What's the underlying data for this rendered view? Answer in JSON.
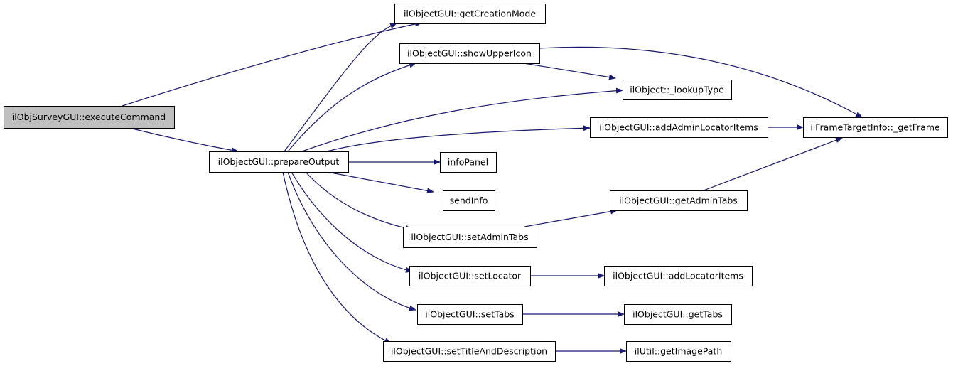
{
  "colors": {
    "edge": "#191970",
    "node_fill": "#ffffff",
    "root_fill": "#bfbfbf",
    "node_border": "#000000"
  },
  "nodes": [
    {
      "id": "execute",
      "label": "ilObjSurveyGUI::executeCommand",
      "root": true
    },
    {
      "id": "prepare",
      "label": "ilObjectGUI::prepareOutput"
    },
    {
      "id": "creation",
      "label": "ilObjectGUI::getCreationMode"
    },
    {
      "id": "upper",
      "label": "ilObjectGUI::showUpperIcon"
    },
    {
      "id": "lookup",
      "label": "ilObject::_lookupType"
    },
    {
      "id": "addadmin",
      "label": "ilObjectGUI::addAdminLocatorItems"
    },
    {
      "id": "frame",
      "label": "ilFrameTargetInfo::_getFrame"
    },
    {
      "id": "info",
      "label": "infoPanel"
    },
    {
      "id": "send",
      "label": "sendInfo"
    },
    {
      "id": "getadmin",
      "label": "ilObjectGUI::getAdminTabs"
    },
    {
      "id": "setadmin",
      "label": "ilObjectGUI::setAdminTabs"
    },
    {
      "id": "setloc",
      "label": "ilObjectGUI::setLocator"
    },
    {
      "id": "addloc",
      "label": "ilObjectGUI::addLocatorItems"
    },
    {
      "id": "settabs",
      "label": "ilObjectGUI::setTabs"
    },
    {
      "id": "gettabs",
      "label": "ilObjectGUI::getTabs"
    },
    {
      "id": "settitle",
      "label": "ilObjectGUI::setTitleAndDescription"
    },
    {
      "id": "imgpath",
      "label": "ilUtil::getImagePath"
    }
  ],
  "edges": [
    {
      "from": "execute",
      "to": "creation"
    },
    {
      "from": "execute",
      "to": "prepare"
    },
    {
      "from": "prepare",
      "to": "creation"
    },
    {
      "from": "prepare",
      "to": "upper"
    },
    {
      "from": "prepare",
      "to": "lookup"
    },
    {
      "from": "prepare",
      "to": "addadmin"
    },
    {
      "from": "prepare",
      "to": "info"
    },
    {
      "from": "prepare",
      "to": "send"
    },
    {
      "from": "prepare",
      "to": "setadmin"
    },
    {
      "from": "prepare",
      "to": "setloc"
    },
    {
      "from": "prepare",
      "to": "settabs"
    },
    {
      "from": "prepare",
      "to": "settitle"
    },
    {
      "from": "upper",
      "to": "lookup"
    },
    {
      "from": "upper",
      "to": "frame"
    },
    {
      "from": "addadmin",
      "to": "frame"
    },
    {
      "from": "getadmin",
      "to": "frame"
    },
    {
      "from": "setadmin",
      "to": "getadmin"
    },
    {
      "from": "setloc",
      "to": "addloc"
    },
    {
      "from": "settabs",
      "to": "gettabs"
    },
    {
      "from": "settitle",
      "to": "imgpath"
    }
  ]
}
